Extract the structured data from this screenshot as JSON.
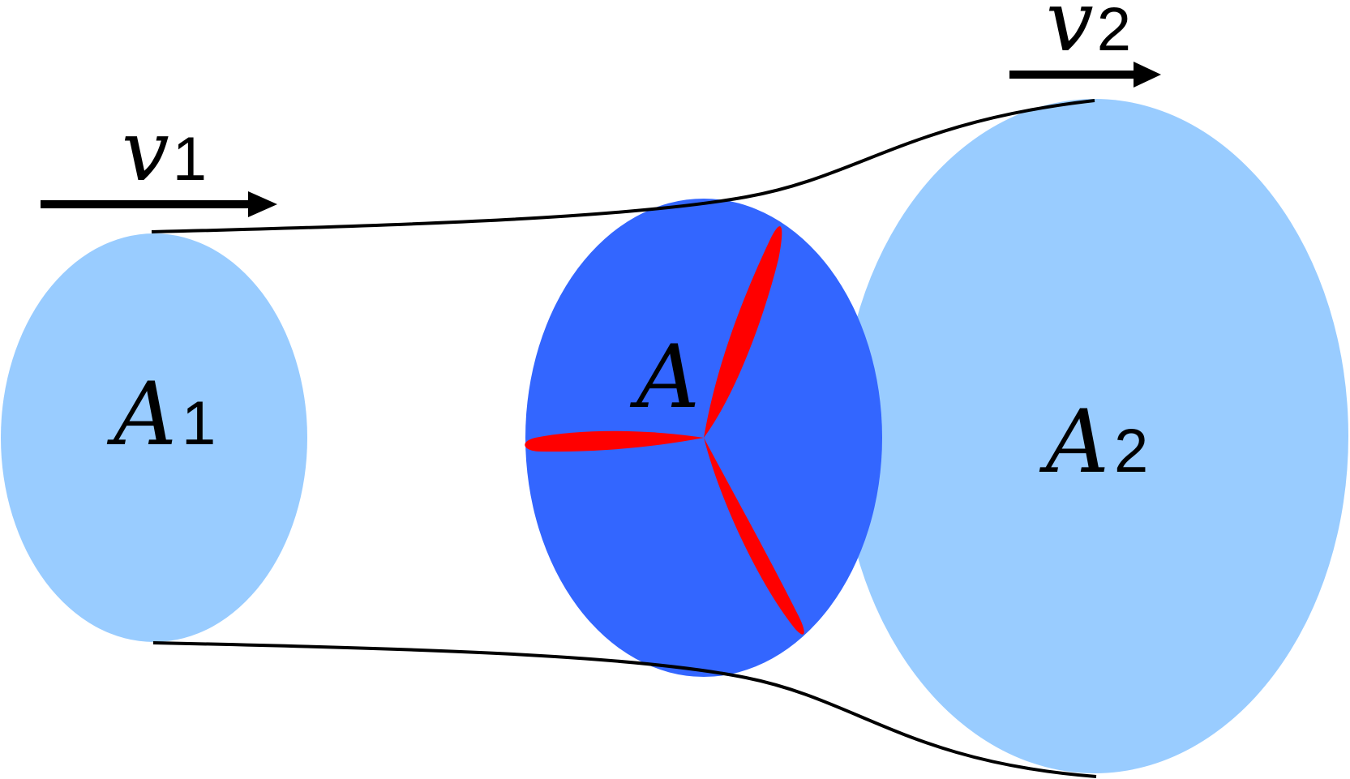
{
  "colors": {
    "outer_disc": "#99ccff",
    "rotor_disc": "#3366ff",
    "blade": "#ff0000",
    "line": "#000000"
  },
  "labels": {
    "inlet_area": {
      "symbol": "A",
      "subscript": "1"
    },
    "rotor_area": {
      "symbol": "A"
    },
    "outlet_area": {
      "symbol": "A",
      "subscript": "2"
    },
    "inlet_velocity": {
      "symbol": "v",
      "subscript": "1"
    },
    "outlet_velocity": {
      "symbol": "v",
      "subscript": "2"
    }
  }
}
